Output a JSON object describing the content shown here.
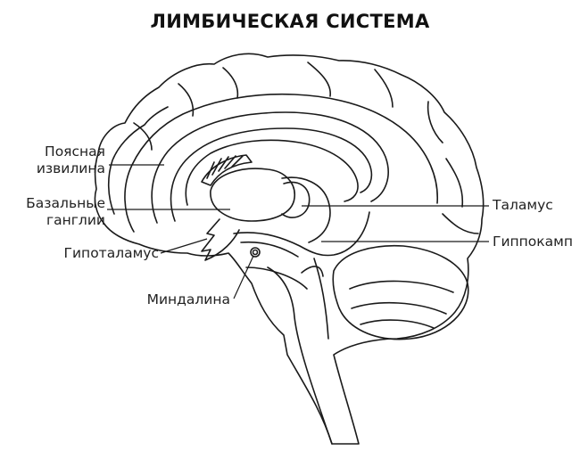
{
  "title": "ЛИМБИЧЕСКАЯ СИСТЕМА",
  "labels": {
    "cingulate_line1": "Поясная",
    "cingulate_line2": "извилина",
    "basal_line1": "Базальные",
    "basal_line2": "ганглии",
    "hypothalamus": "Гипоталамус",
    "amygdala": "Миндалина",
    "thalamus": "Таламус",
    "hippocampus": "Гиппокамп"
  }
}
